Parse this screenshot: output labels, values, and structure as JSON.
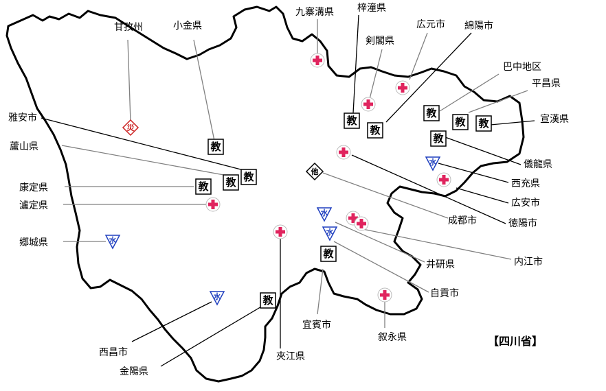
{
  "map": {
    "title": "【四川省】",
    "outline_color": "#000000",
    "colors": {
      "red_cross": "#e0245e",
      "edu": "#000000",
      "water": "#1f3fbf",
      "disaster": "#cc2222",
      "other": "#000000",
      "leader_dark": "#000000",
      "leader_gray": "#808080"
    },
    "icon_glyphs": {
      "edu": "教",
      "water": "水",
      "disaster": "災",
      "other": "他",
      "other2": "他"
    },
    "place_labels": [
      {
        "id": "ganzi",
        "text": "甘孜州"
      },
      {
        "id": "xiaojin",
        "text": "小金県"
      },
      {
        "id": "jiuzhaigou",
        "text": "九寨溝県"
      },
      {
        "id": "zitong",
        "text": "梓潼県"
      },
      {
        "id": "jiange",
        "text": "剣閣県"
      },
      {
        "id": "guangyuan",
        "text": "広元市"
      },
      {
        "id": "mianyang",
        "text": "綿陽市"
      },
      {
        "id": "bazhong",
        "text": "巴中地区"
      },
      {
        "id": "pingchang",
        "text": "平昌県"
      },
      {
        "id": "xuanhan",
        "text": "宣漢県"
      },
      {
        "id": "yaan",
        "text": "雅安市"
      },
      {
        "id": "lushan",
        "text": "蘆山県"
      },
      {
        "id": "kangding",
        "text": "康定県"
      },
      {
        "id": "luding",
        "text": "瀘定県"
      },
      {
        "id": "yilong",
        "text": "儀龍県"
      },
      {
        "id": "xichong",
        "text": "西充県"
      },
      {
        "id": "guangan",
        "text": "広安市"
      },
      {
        "id": "chengdu",
        "text": "成都市"
      },
      {
        "id": "deyang",
        "text": "徳陽市"
      },
      {
        "id": "xiangcheng",
        "text": "郷城県"
      },
      {
        "id": "neijiang",
        "text": "内江市"
      },
      {
        "id": "jingyan",
        "text": "井研県"
      },
      {
        "id": "zigong",
        "text": "自貢市"
      },
      {
        "id": "yibin",
        "text": "宜賓市"
      },
      {
        "id": "xuyong",
        "text": "叙永県"
      },
      {
        "id": "xichang",
        "text": "西昌市"
      },
      {
        "id": "jiajiang",
        "text": "夾江県"
      },
      {
        "id": "jinyang",
        "text": "金陽県"
      }
    ],
    "markers": [
      {
        "type": "disaster"
      },
      {
        "type": "edu"
      },
      {
        "type": "edu"
      },
      {
        "type": "edu"
      },
      {
        "type": "edu"
      },
      {
        "type": "edu"
      },
      {
        "type": "edu"
      },
      {
        "type": "edu"
      },
      {
        "type": "edu"
      },
      {
        "type": "edu"
      },
      {
        "type": "edu"
      },
      {
        "type": "edu"
      },
      {
        "type": "edu"
      },
      {
        "type": "red_cross"
      },
      {
        "type": "red_cross"
      },
      {
        "type": "red_cross"
      },
      {
        "type": "red_cross"
      },
      {
        "type": "red_cross"
      },
      {
        "type": "red_cross"
      },
      {
        "type": "red_cross"
      },
      {
        "type": "red_cross"
      },
      {
        "type": "red_cross"
      },
      {
        "type": "red_cross"
      },
      {
        "type": "water"
      },
      {
        "type": "water"
      },
      {
        "type": "water"
      },
      {
        "type": "water"
      },
      {
        "type": "water"
      },
      {
        "type": "other"
      }
    ]
  }
}
